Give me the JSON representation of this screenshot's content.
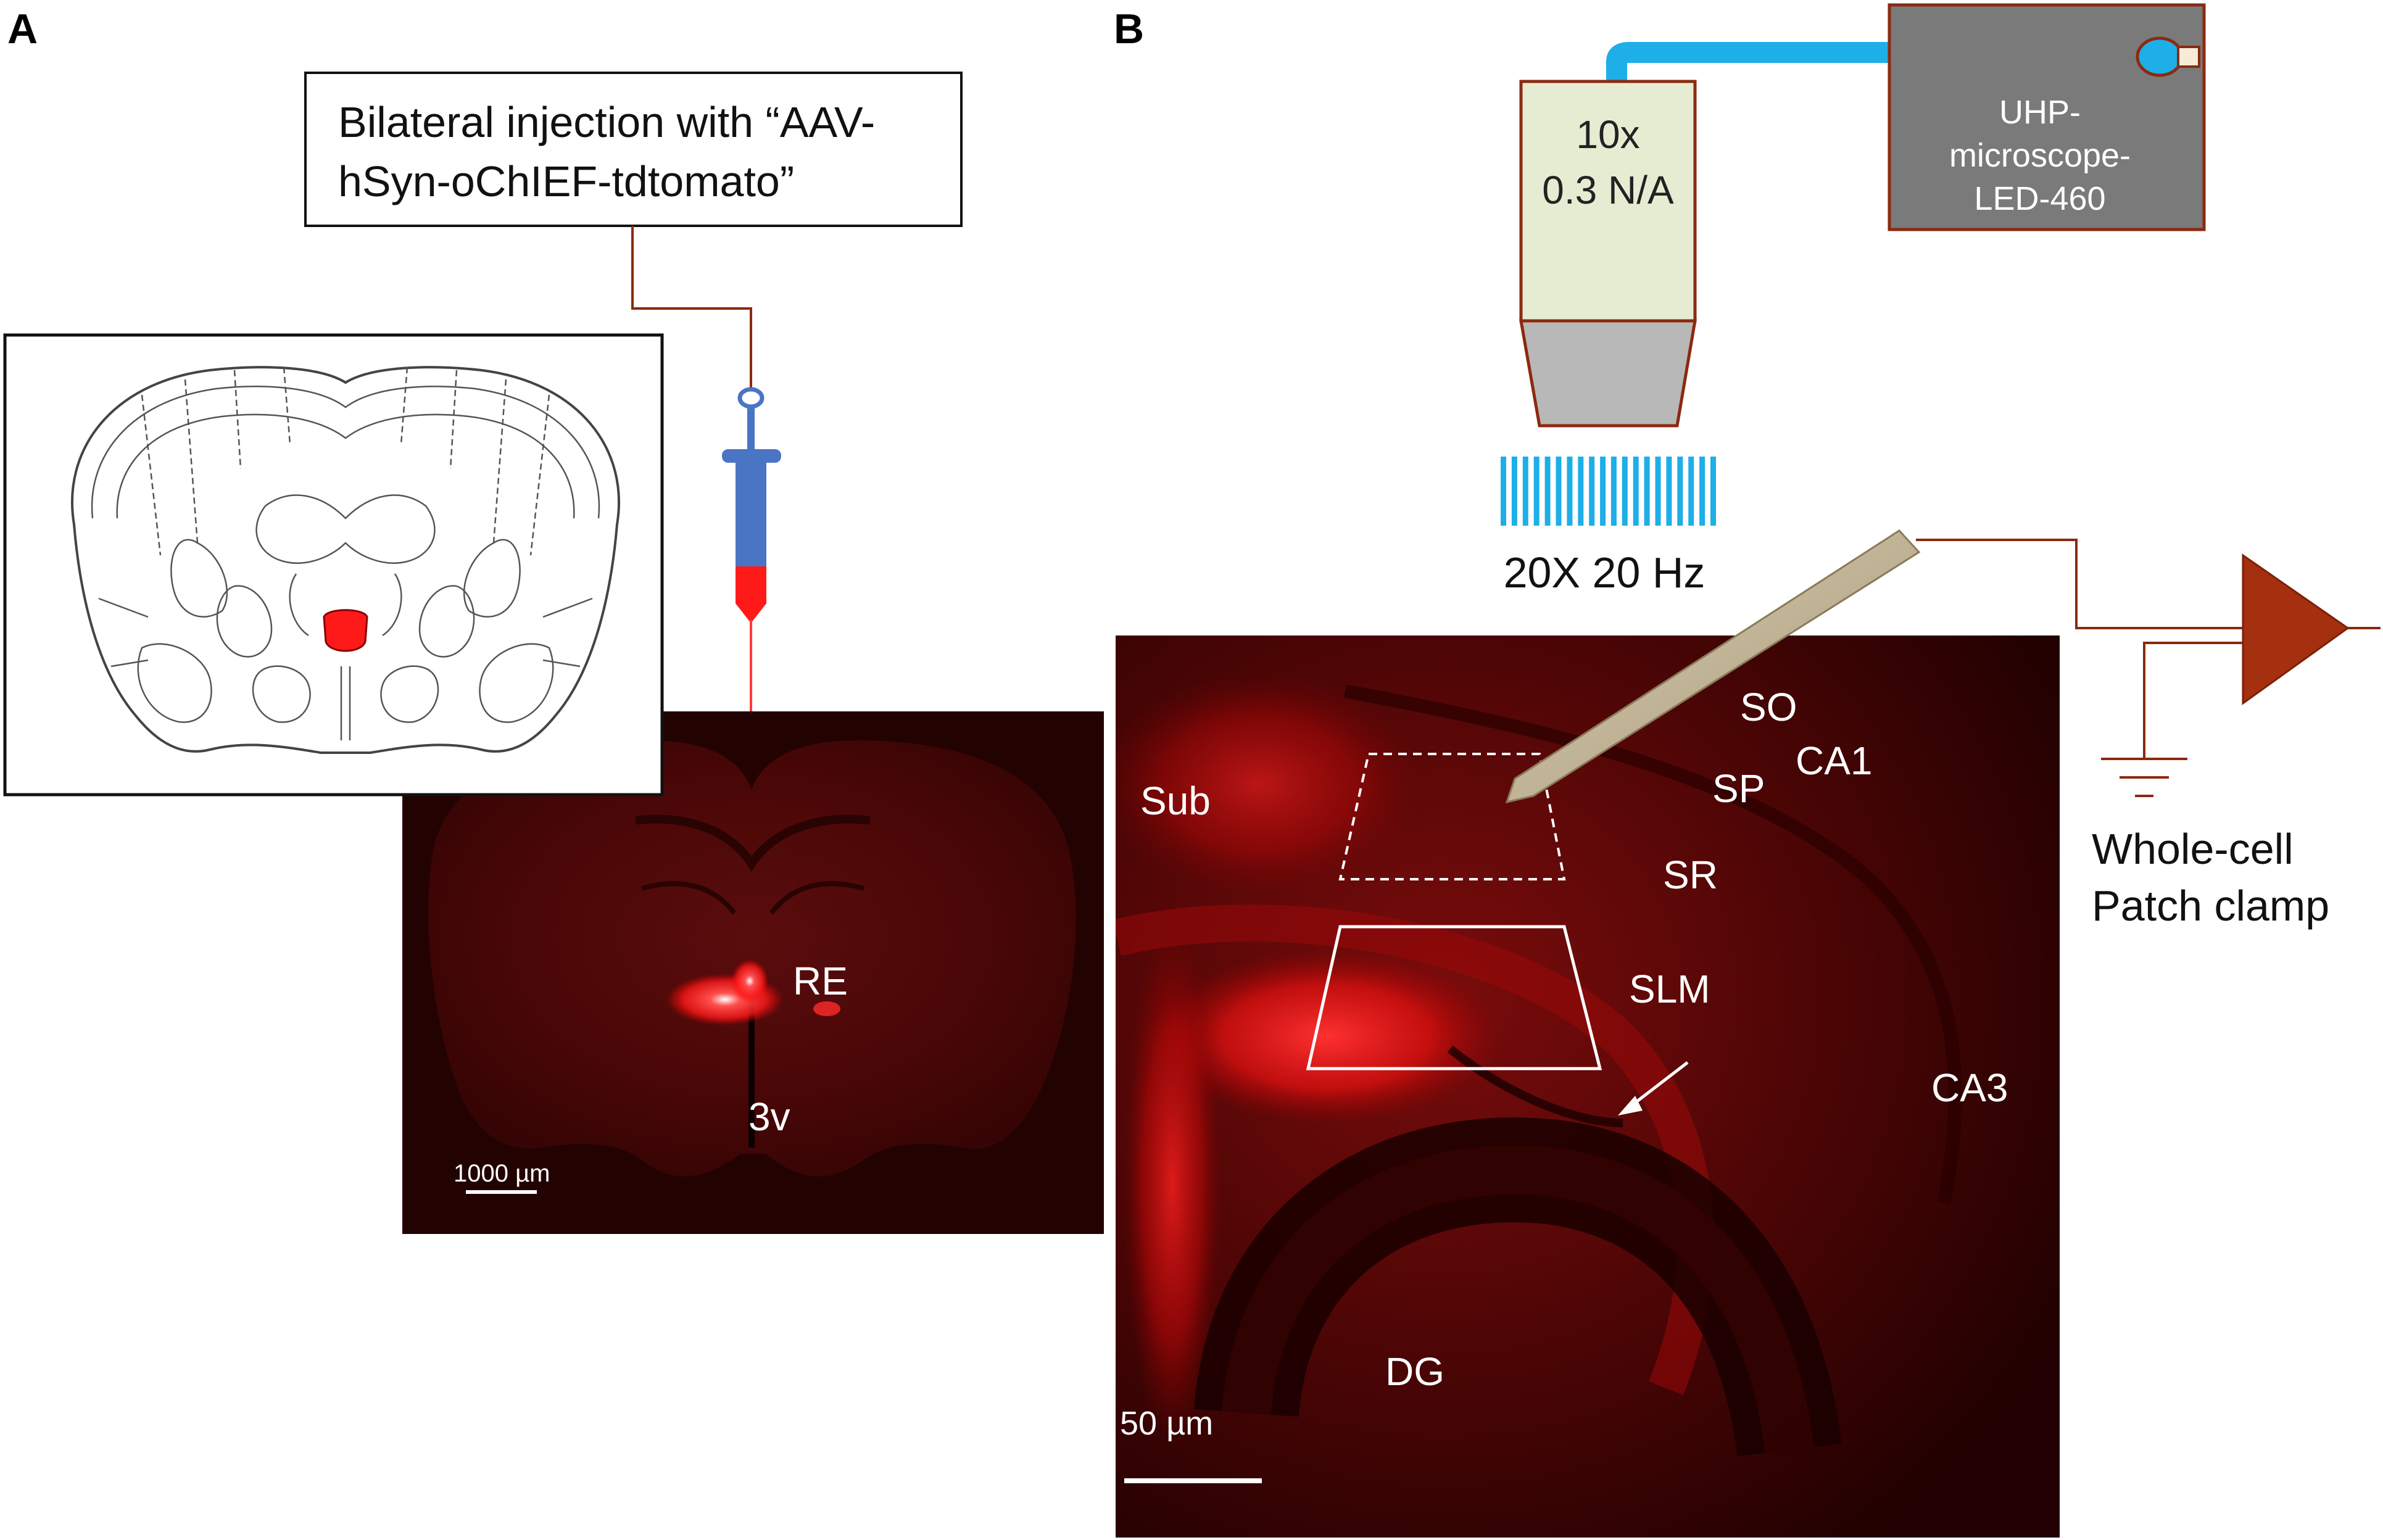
{
  "panel_a": {
    "letter": "A",
    "injection_label_line1": "Bilateral injection with “AAV-",
    "injection_label_line2": "hSyn-oChIEF-tdtomato”",
    "region_labels": {
      "re": "RE",
      "v3": "3v"
    },
    "scale_bar": "1000 µm"
  },
  "panel_b": {
    "letter": "B",
    "objective": {
      "line1": "10x",
      "line2": "0.3 N/A"
    },
    "led": {
      "line1": "UHP-",
      "line2": "microscope-",
      "line3": "LED-460"
    },
    "stimulation": "20X 20 Hz",
    "recording": {
      "line1": "Whole-cell",
      "line2": "Patch clamp"
    },
    "region_labels": {
      "so": "SO",
      "ca1": "CA1",
      "sp": "SP",
      "sub": "Sub",
      "sr": "SR",
      "slm": "SLM",
      "ca3": "CA3",
      "dg": "DG"
    },
    "scale_bar": "50 µm"
  },
  "colors": {
    "connector": "#8b2a10",
    "syringe_blue": "#4a74c4",
    "fiber_blue": "#1eaee8",
    "objective_body": "#e6ecd2",
    "led_box": "#7a7a7a",
    "amplifier": "#a4300f",
    "fluorescence_red": "#ff1a1a"
  },
  "icons": [
    "brain-atlas-drawing",
    "syringe-icon",
    "objective-icon",
    "led-source-icon",
    "light-pulses-icon",
    "patch-pipette-icon",
    "amplifier-icon",
    "ground-icon",
    "arrow-icon"
  ]
}
